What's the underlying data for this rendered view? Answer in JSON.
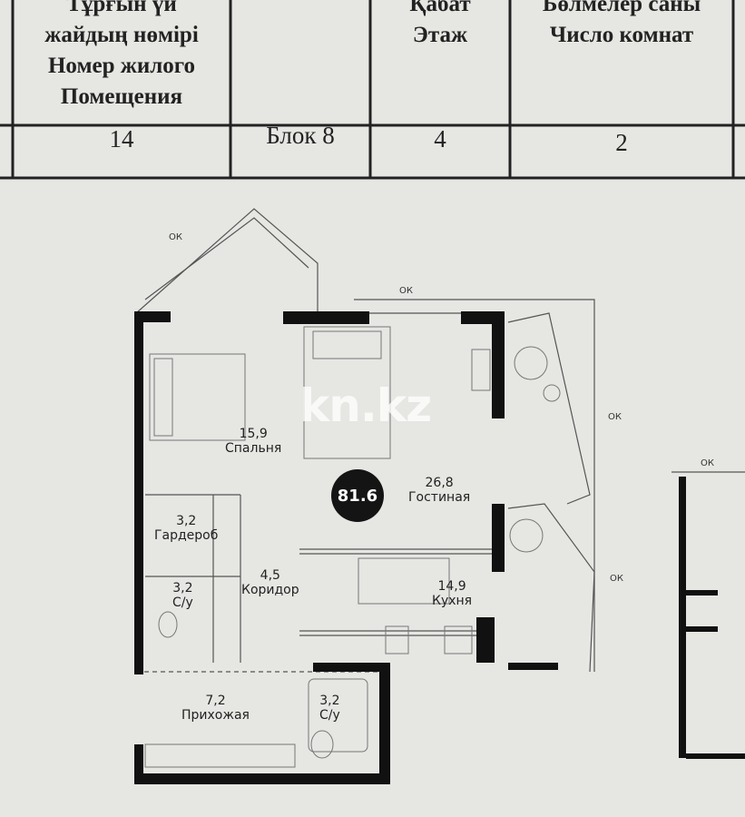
{
  "table": {
    "col1_header": [
      "Тұрғын үй",
      "жайдың нөмірі",
      "Номер жилого",
      "Помещения"
    ],
    "col3_header": [
      "Қабат",
      "Этаж"
    ],
    "col4_header": [
      "Бөлмелер саны",
      "Число комнат"
    ],
    "values": {
      "number": "14",
      "block": "Блок 8",
      "floor": "4",
      "rooms": "2"
    }
  },
  "plan": {
    "total_area": "81.6",
    "watermark": "kn.kz",
    "window_label": "ОК",
    "rooms": [
      {
        "area": "15,9",
        "name": "Спальня"
      },
      {
        "area": "26,8",
        "name": "Гостиная"
      },
      {
        "area": "3,2",
        "name": "Гардероб"
      },
      {
        "area": "3,2",
        "name": "С/у"
      },
      {
        "area": "4,5",
        "name": "Коридор"
      },
      {
        "area": "14,9",
        "name": "Кухня"
      },
      {
        "area": "7,2",
        "name": "Прихожая"
      },
      {
        "area": "3,2",
        "name": "С/у"
      }
    ]
  },
  "colors": {
    "paper": "#e6e6e3",
    "wall": "#111111",
    "badge": "#141414"
  }
}
